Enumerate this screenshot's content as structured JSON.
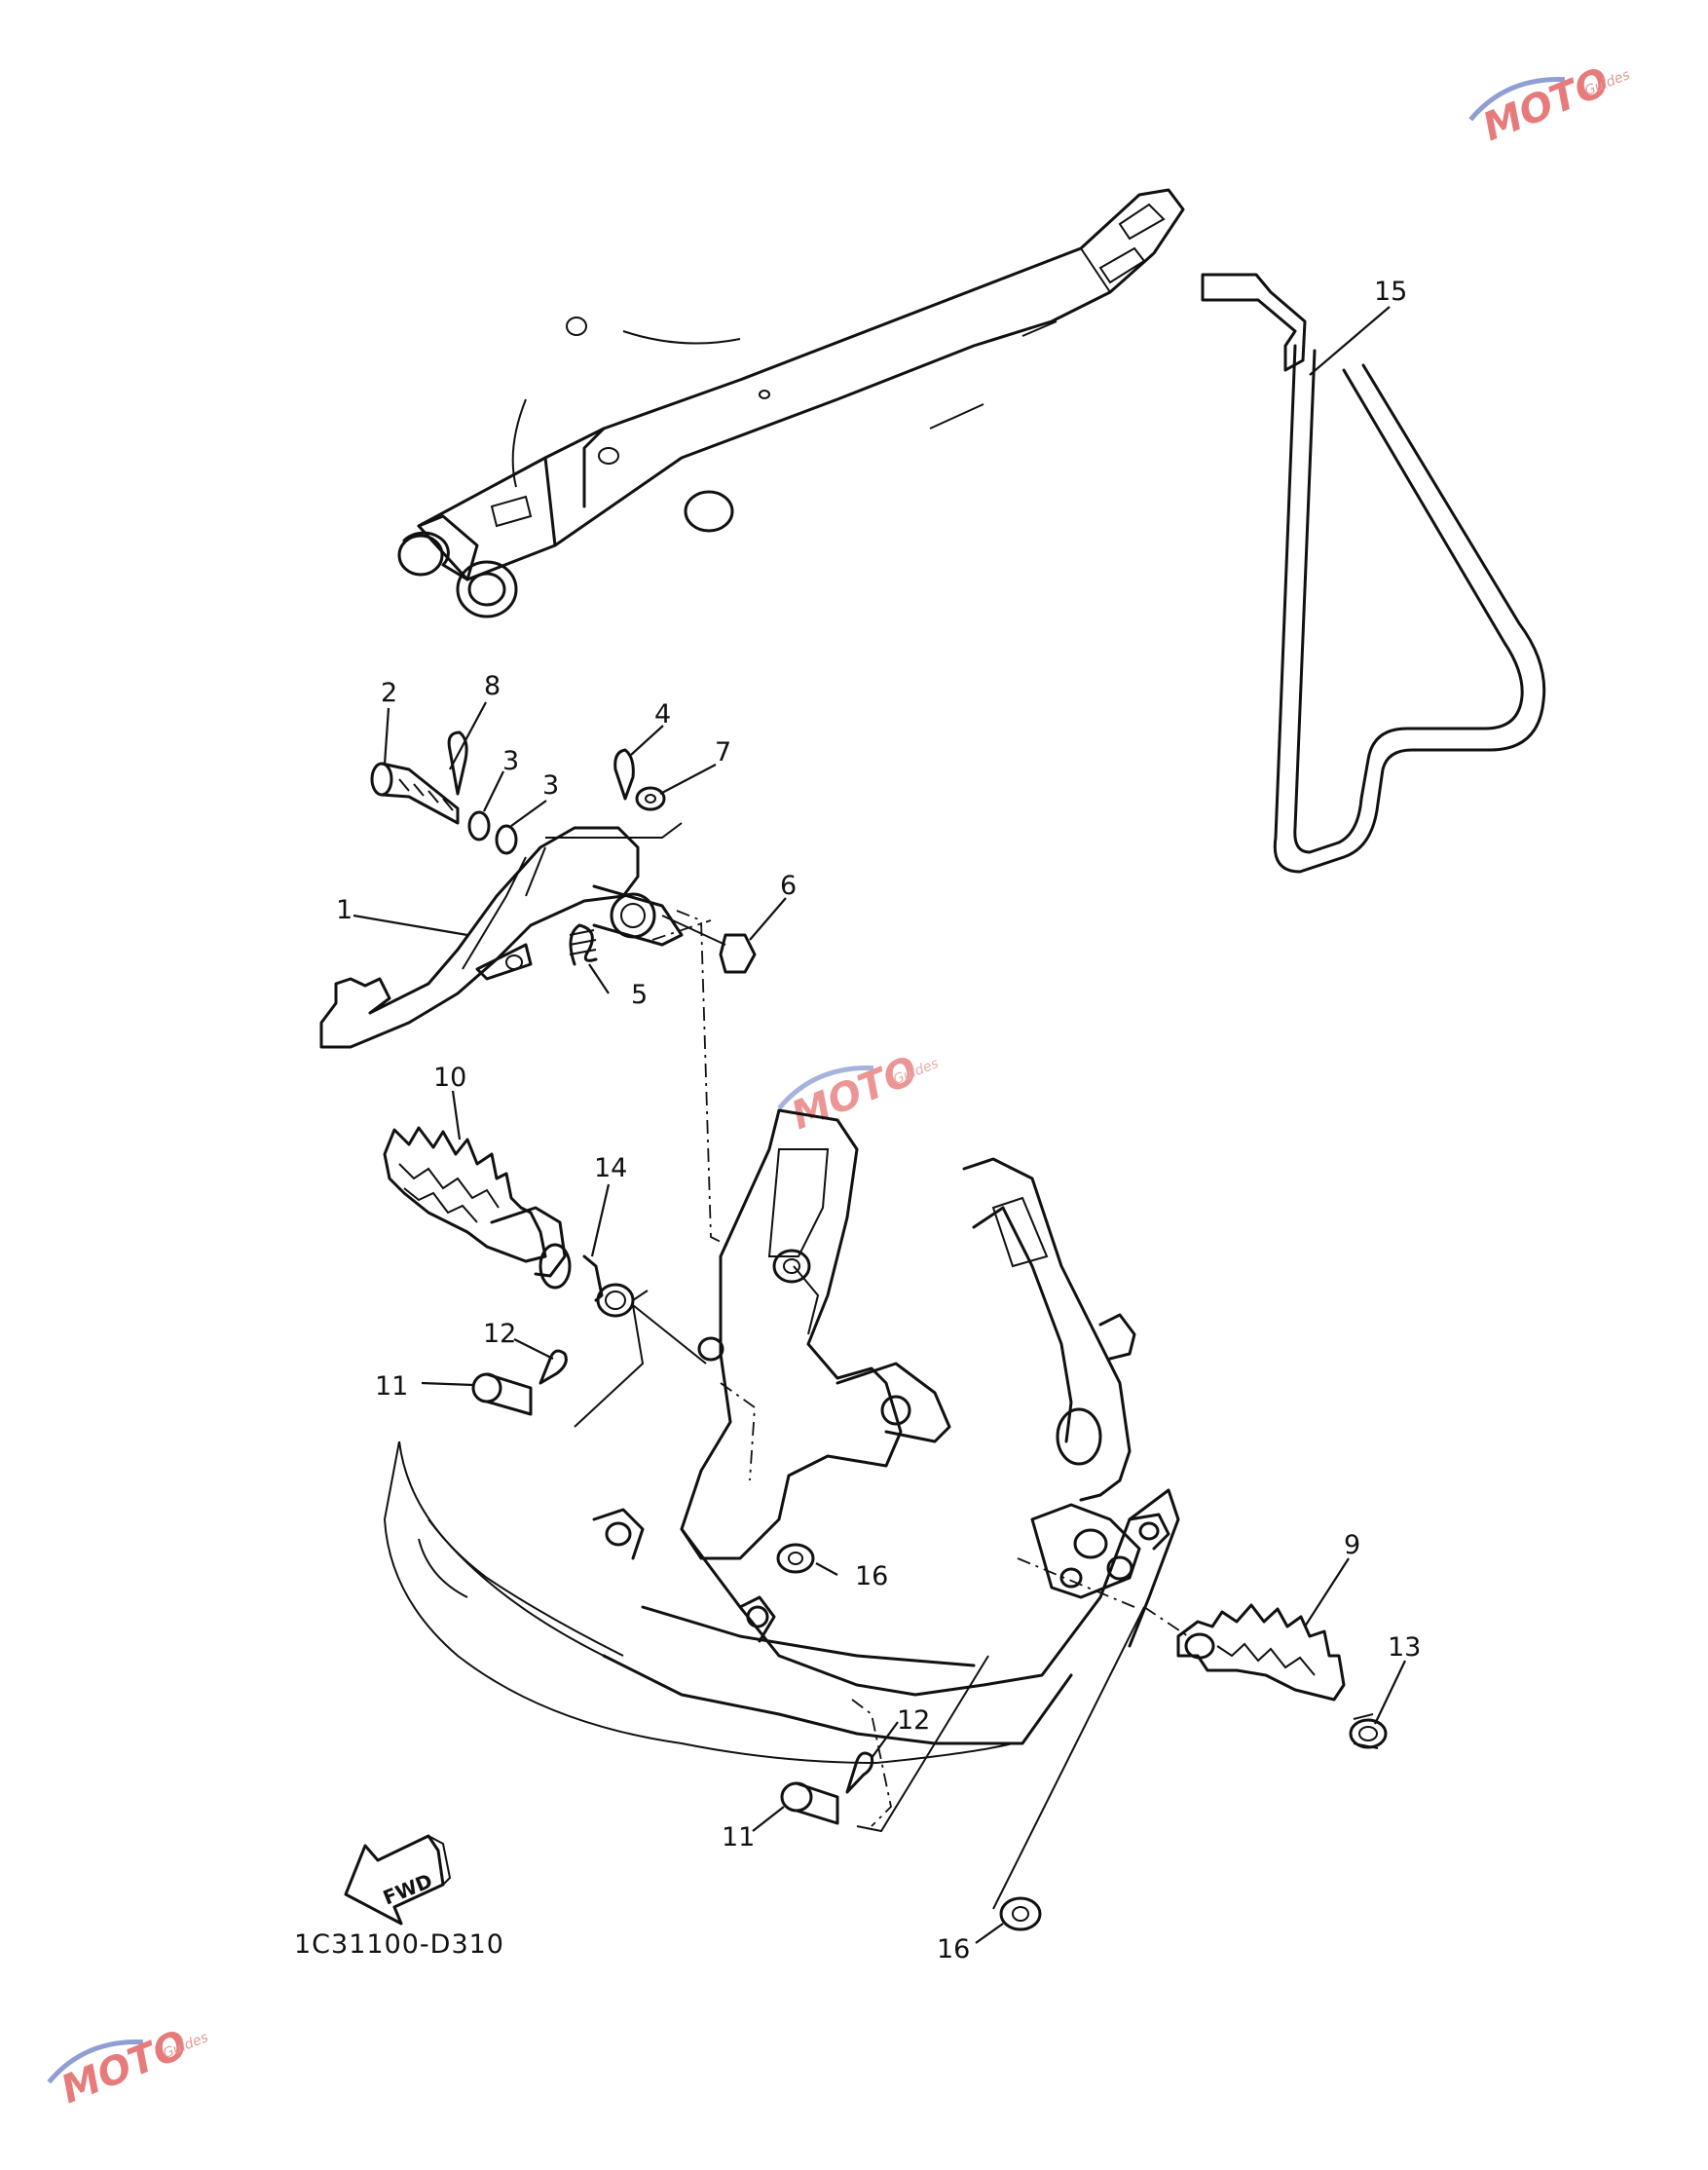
{
  "diagram": {
    "drawing_code": "1C31100-D310",
    "fwd_label": "FWD",
    "watermark": {
      "text": "MOTO",
      "subtext": "Guides"
    },
    "callouts": [
      {
        "id": "c1",
        "label": "1"
      },
      {
        "id": "c2",
        "label": "2"
      },
      {
        "id": "c3a",
        "label": "3"
      },
      {
        "id": "c3b",
        "label": "3"
      },
      {
        "id": "c4",
        "label": "4"
      },
      {
        "id": "c5",
        "label": "5"
      },
      {
        "id": "c6",
        "label": "6"
      },
      {
        "id": "c7",
        "label": "7"
      },
      {
        "id": "c8",
        "label": "8"
      },
      {
        "id": "c9",
        "label": "9"
      },
      {
        "id": "c10",
        "label": "10"
      },
      {
        "id": "c11a",
        "label": "11"
      },
      {
        "id": "c11b",
        "label": "11"
      },
      {
        "id": "c12a",
        "label": "12"
      },
      {
        "id": "c12b",
        "label": "12"
      },
      {
        "id": "c13",
        "label": "13"
      },
      {
        "id": "c14",
        "label": "14"
      },
      {
        "id": "c15",
        "label": "15"
      },
      {
        "id": "c16a",
        "label": "16"
      },
      {
        "id": "c16b",
        "label": "16"
      }
    ],
    "colors": {
      "line": "#111111",
      "watermark_red": "#e05050",
      "watermark_blue": "#6a7fc8"
    }
  }
}
